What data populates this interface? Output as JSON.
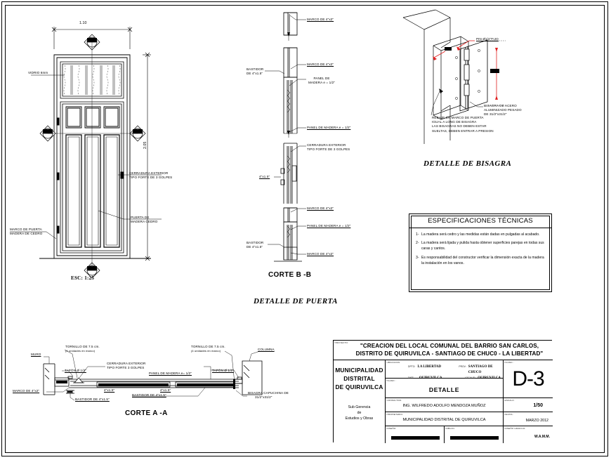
{
  "sheet": {
    "drawing_title": "DETALLE",
    "sheet_number": "D-3"
  },
  "door_elevation": {
    "section_title": "DETALLE DE PUERTA",
    "scale_note": "ESC: 1:25",
    "dim_width": "1.10",
    "dim_height": "2.05",
    "section_mark": "B",
    "labels": [
      {
        "text": "VIDRIO 6mm"
      },
      {
        "text": "CERRADURA EXTERIOR",
        "text2": "TIPO FORTE DE 3 GOLPES"
      },
      {
        "text": "PUERTA DE",
        "text2": "MADERA CEDRO"
      },
      {
        "text": "MARCO DE PUERTA",
        "text2": "MADERA DE CEDRO"
      }
    ]
  },
  "corte_bb": {
    "section_title": "CORTE B -B",
    "labels": [
      {
        "text": "MARCO DE 4\"x2\""
      },
      {
        "text": "MARCO DE 4\"x2\""
      },
      {
        "text": "BASTIDOR",
        "text2": "DE 4\"x1.5\""
      },
      {
        "text": "PANEL DE",
        "text2": "MADERA  e = 1/2\""
      },
      {
        "text": "PANEL DE MADERA  e = 1/2\""
      },
      {
        "text": "CERRADURA EXTERIOR",
        "text2": "TIPO FORTE DE 3 GOLPES"
      },
      {
        "text": "4\"x1.5\""
      },
      {
        "text": "MARCO DE 4\"x2\""
      },
      {
        "text": "PANEL DE MADERA  e = 1/2\""
      },
      {
        "text": "BASTIDOR",
        "text2": "DE 4\"x1.5\""
      },
      {
        "text": "MARCO DE 4\"x2\""
      }
    ]
  },
  "corte_aa": {
    "section_title": "CORTE A -A",
    "labels": [
      {
        "text": "MURO"
      },
      {
        "text": "TORNILLO DE 7.5 cm.",
        "text2": "(4 unidades en marco)"
      },
      {
        "text": "CERRADURA EXTERIOR",
        "text2": "TIPO FORTE 3 GOLPES"
      },
      {
        "text": "TAPÓN Ø 1/2\""
      },
      {
        "text": "PANEL DE MADERA  e= 1/2\""
      },
      {
        "text": "TORNILLO DE 7.5 cm.",
        "text2": "(4 unidades en marco)"
      },
      {
        "text": "TAPÓN Ø 1/2\""
      },
      {
        "text": "COLUMNA"
      },
      {
        "text": "MARCO DE 4\"x2\""
      },
      {
        "text": "BASTIDOR DE 4\"x1.5\""
      },
      {
        "text": "BASTIDOR DE 4\"x1.5\""
      },
      {
        "text": "BISAGRA CAPUCHINA DE",
        "text2": "31/2\"x31/2\""
      },
      {
        "text": "4\"x1.5\""
      },
      {
        "text": "4\"x1.5\""
      }
    ]
  },
  "detalle_bisagra": {
    "section_title": "DETALLE DE BISAGRA",
    "labels": [
      {
        "text": "PIN Ø1/4\"FIJO"
      },
      {
        "text": "BISAGRA DE ACERO",
        "text2": "ALUMINIZADO PESADO",
        "text3": "DE 31/2\"x31/2\""
      },
      {
        "text": "REBAJE EN MARCO DE PUERTA",
        "text2": "IGUAL A LONG DE BISAGRA",
        "text3": "LAS BISAGRAS NO DEBEN ESTAR",
        "text4": "SUELTAS, DEBEN ENTRAR A PRESION"
      }
    ]
  },
  "especificaciones": {
    "heading": "ESPECIFICACIONES TÉCNICAS",
    "items": [
      {
        "n": "1-",
        "text": "La madera será cedro y las medidas están dadas en pulgadas al acabado."
      },
      {
        "n": "2-",
        "text": "La madera será lijada y pulida hasta obtener superficies parejas en todas sus caras y cantos."
      },
      {
        "n": "3-",
        "text": "Es responsabilidad del constructor verificar la dimensión exacta de la madera la instalación en los vanos."
      }
    ]
  },
  "title_block": {
    "proyecto_tag": "PROYECTO:",
    "proyecto_line1": "\"CREACION DEL LOCAL COMUNAL DEL BARRIO SAN CARLOS,",
    "proyecto_line2": "DISTRITO DE QUIRUVILCA - SANTIAGO DE CHUC0 - LA LIBERTAD\"",
    "entidad_line1": "MUNICIPALIDAD",
    "entidad_line2": "DISTRITAL",
    "entidad_line3": "DE QUIRUVILCA",
    "subgerencia_line1": "Sub Gerencia",
    "subgerencia_line2": "de",
    "subgerencia_line3": "Estudios y Obras",
    "ubicacion_tag": "UBICACION:",
    "dpto_key": "DPTO:",
    "dpto_value": "LA LIBERTAD",
    "prov_key": "PROV:",
    "prov_value": "SANTIAGO DE CHUCO",
    "dist_key": "DIST:",
    "dist_value": "QUIRUVILCA",
    "localid_key": "LOCALID:",
    "localid_value": "QUIRUVILCA",
    "plano_tag": "PLANO :",
    "plano_value": "DETALLE",
    "plano_num_tag": "PLANO :",
    "plano_num_value": "D-3",
    "consultor_tag": "CONSULTOR:",
    "consultor_value": "ING. WILFREDO ADOLFO MENDOZA MUÑOZ",
    "propietario_tag": "PROPIETARIO:",
    "propietario_value": "MUNICIPALIDAD DISTRITAL DE QUIRUVILCA",
    "diseno_tag": "DISEÑO:",
    "dibujo_tag": "DIBUJO:",
    "escala_tag": "ESCALA:",
    "escala_value": "1/50",
    "fecha_tag": "FECHA:",
    "fecha_value": "MARZO 2012",
    "disenograf_tag": "DISEÑO GRAFICO:",
    "disenograf_value": "W.A.M.M."
  },
  "colors": {
    "line": "#000000",
    "accent_red": "#e02020",
    "paper": "#ffffff"
  }
}
